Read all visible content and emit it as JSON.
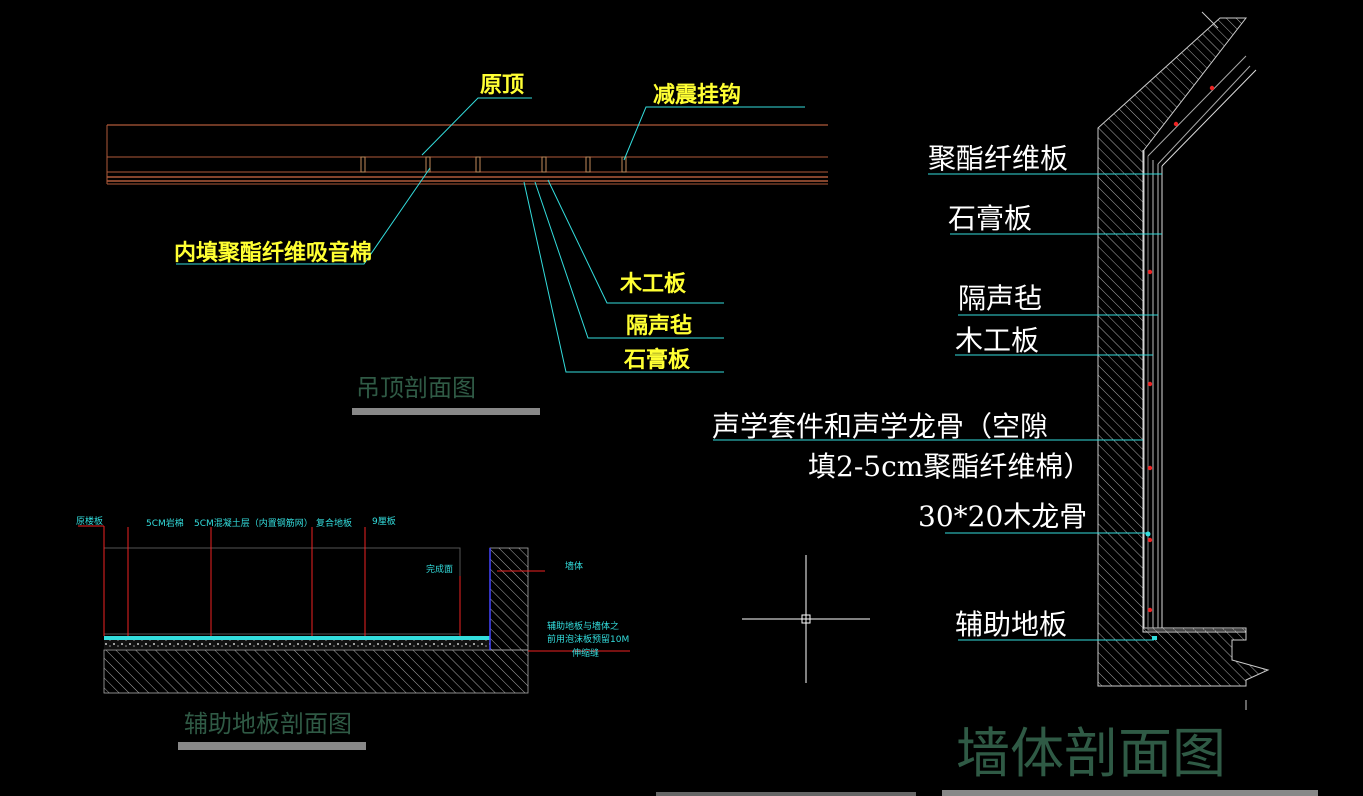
{
  "ceiling_section": {
    "title": "吊顶剖面图",
    "labels": {
      "original_top": "原顶",
      "shock_hook": "减震挂钩",
      "inner_fill": "内填聚酯纤维吸音棉",
      "wood_board": "木工板",
      "sound_felt": "隔声毡",
      "gypsum": "石膏板"
    }
  },
  "floor_section": {
    "title": "辅助地板剖面图",
    "labels": {
      "original_slab": "原楼板",
      "rock_wool": "5CM岩棉",
      "concrete": "5CM混凝土层（内置钢筋网）",
      "composite": "复合地板",
      "plywood": "9厘板",
      "finish_face": "完成面",
      "wall": "墙体",
      "note_line1": "辅助地板与墙体之",
      "note_line2": "前用泡沫板预留10M",
      "note_line3": "伸缩缝"
    }
  },
  "wall_section": {
    "title": "墙体剖面图",
    "labels": {
      "polyester_board": "聚酯纤维板",
      "gypsum": "石膏板",
      "sound_felt": "隔声毡",
      "wood_board": "木工板",
      "acoustic_line1": "声学套件和声学龙骨（空隙",
      "acoustic_line2": "填2-5cm聚酯纤维棉）",
      "wood_keel": "30*20木龙骨",
      "aux_floor": "辅助地板"
    }
  },
  "colors": {
    "background": "#000000",
    "leader": "#33dddd",
    "yellow_text": "#ffff33",
    "brown_line": "#b05a3a",
    "title_green": "#2f5a45",
    "hatch": "#bbbbbb",
    "red_mark": "#ee2222"
  }
}
